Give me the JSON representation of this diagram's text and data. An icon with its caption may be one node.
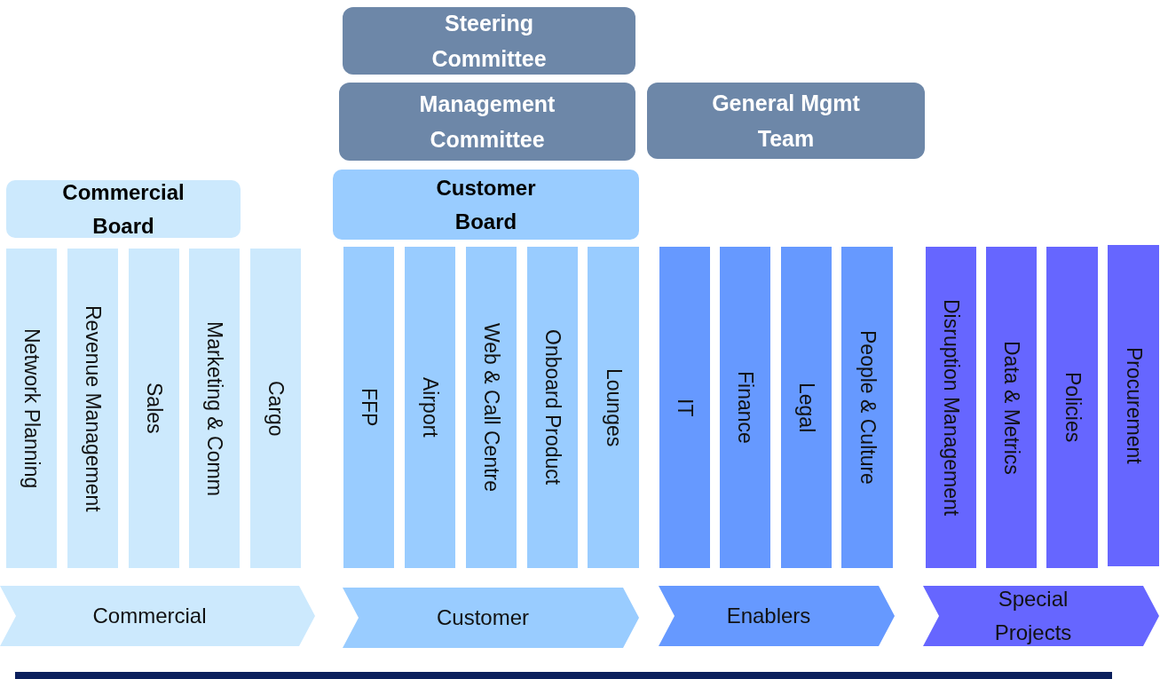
{
  "diagram": {
    "nodes": [
      {
        "text": [
          "Steering Committee"
        ]
      },
      {
        "text": [
          "Management Committee"
        ]
      },
      {
        "text": [
          "General Mgmt Team"
        ]
      },
      {
        "text": [
          "Commercial Board"
        ]
      },
      {
        "text": [
          "Customer Board"
        ]
      },
      {
        "text": [
          "Network Planning"
        ]
      },
      {
        "text": [
          "Revenue Management"
        ]
      },
      {
        "text": [
          "Sales"
        ]
      },
      {
        "text": [
          "Marketing & Comm"
        ]
      },
      {
        "text": [
          "Cargo"
        ]
      },
      {
        "text": [
          "FFP"
        ]
      },
      {
        "text": [
          "Airport"
        ]
      },
      {
        "text": [
          "Web & Call Centre"
        ]
      },
      {
        "text": [
          "Onboard Product"
        ]
      },
      {
        "text": [
          "Lounges"
        ]
      },
      {
        "text": [
          "IT"
        ]
      },
      {
        "text": [
          "Finance"
        ]
      },
      {
        "text": [
          "Legal"
        ]
      },
      {
        "text": [
          "People & Culture"
        ]
      },
      {
        "text": [
          "Disruption Management"
        ]
      },
      {
        "text": [
          "Data & Metrics"
        ]
      },
      {
        "text": [
          "Policies"
        ]
      },
      {
        "text": [
          "Procurement"
        ]
      },
      {
        "text": [
          "Commercial"
        ]
      },
      {
        "text": [
          "Customer"
        ]
      },
      {
        "text": [
          "Enablers"
        ]
      },
      {
        "text": [
          "Special Projects"
        ]
      }
    ],
    "edges": []
  }
}
